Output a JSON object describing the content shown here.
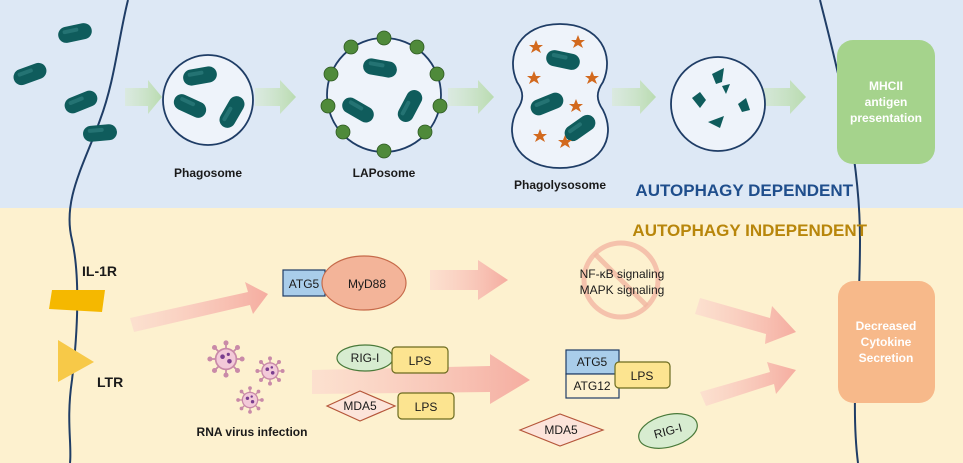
{
  "sections": {
    "top_title": "AUTOPHAGY DEPENDENT",
    "bottom_title": "AUTOPHAGY INDEPENDENT",
    "top_color": "#1f4e8c",
    "bottom_color": "#b8860b"
  },
  "stages": {
    "phagosome": "Phagosome",
    "laposome": "LAPosome",
    "phagolysosome": "Phagolysosome"
  },
  "outputs": {
    "mhc_line1": "MHCII",
    "mhc_line2": "antigen",
    "mhc_line3": "presentation",
    "cyto_line1": "Decreased",
    "cyto_line2": "Cytokine",
    "cyto_line3": "Secretion"
  },
  "receptors": {
    "il1r": "IL-1R",
    "ltr": "LTR"
  },
  "proteins": {
    "atg5": "ATG5",
    "myd88": "MyD88",
    "rigi": "RIG-I",
    "lps": "LPS",
    "mda5": "MDA5",
    "atg12": "ATG12"
  },
  "signaling": {
    "nfkb": "NF-κB signaling",
    "mapk": "MAPK signaling"
  },
  "virus": {
    "label": "RNA virus infection"
  },
  "icons": {
    "bacterium": "bacterium-icon",
    "virus": "virus-icon",
    "prohibited": "prohibited-icon"
  },
  "colors": {
    "top_bg": "#dde8f5",
    "bottom_bg": "#fdf1cf",
    "bacteria": "#0f5c5c",
    "lc3_dots": "#4f8a3a",
    "lysosome_stars": "#d2691e",
    "mhc_box": "#a5d38c",
    "cyto_box": "#f7b98a",
    "atg5_box": "#a9cdea",
    "myd88": "#f3b499",
    "lps_box": "#fce490",
    "rigi": "#d7ecd0",
    "mda5": "#fce4da",
    "arrow_green": "#c9e2c0",
    "arrow_pink": "#f7c0b5",
    "receptor": "#f5b800",
    "membrane": "#1f3d66"
  }
}
